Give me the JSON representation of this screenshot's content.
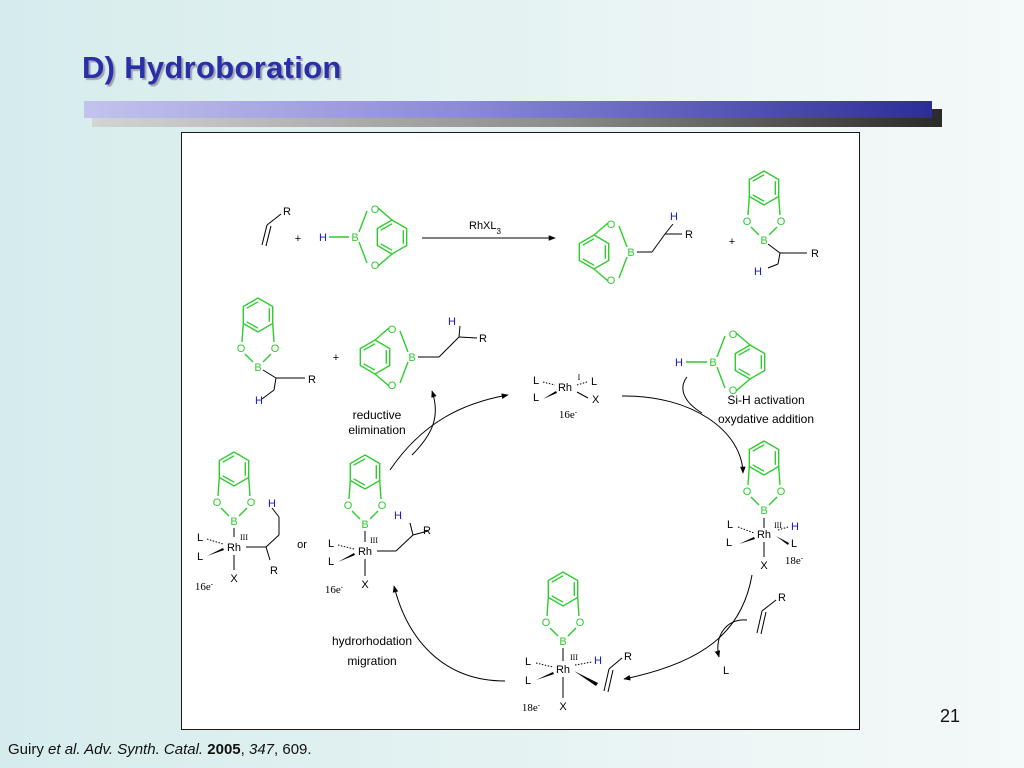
{
  "slide": {
    "title": "D) Hydroboration",
    "page_number": "21",
    "citation": {
      "author": "Guiry",
      "etal": "et al. Adv. Synth. Catal.",
      "year": "2005",
      "volume": "347",
      "pages": ", 609."
    }
  },
  "scheme": {
    "atoms": {
      "B": "B",
      "O": "O",
      "H": "H",
      "R": "R",
      "L": "L",
      "X": "X",
      "Rh": "Rh"
    },
    "operators": {
      "plus": "+",
      "or": "or"
    },
    "reagent": {
      "catalyst_main": "RhXL",
      "catalyst_sub": "3"
    },
    "oxidation_states": {
      "I": "I",
      "III": "III"
    },
    "electron_counts": {
      "base": "16e",
      "saturated": "18e",
      "charge": "-"
    },
    "steps": {
      "si_h_1": "Si-H activation",
      "si_h_2": "oxydative addition",
      "hydrorhodation_1": "hydrorhodation",
      "hydrorhodation_2": "migration",
      "reductive_1": "reductive",
      "reductive_2": "elimination"
    },
    "colors": {
      "boronate": "#2ecc2e",
      "hydrogen": "#1616c8",
      "bond": "#000000"
    }
  }
}
